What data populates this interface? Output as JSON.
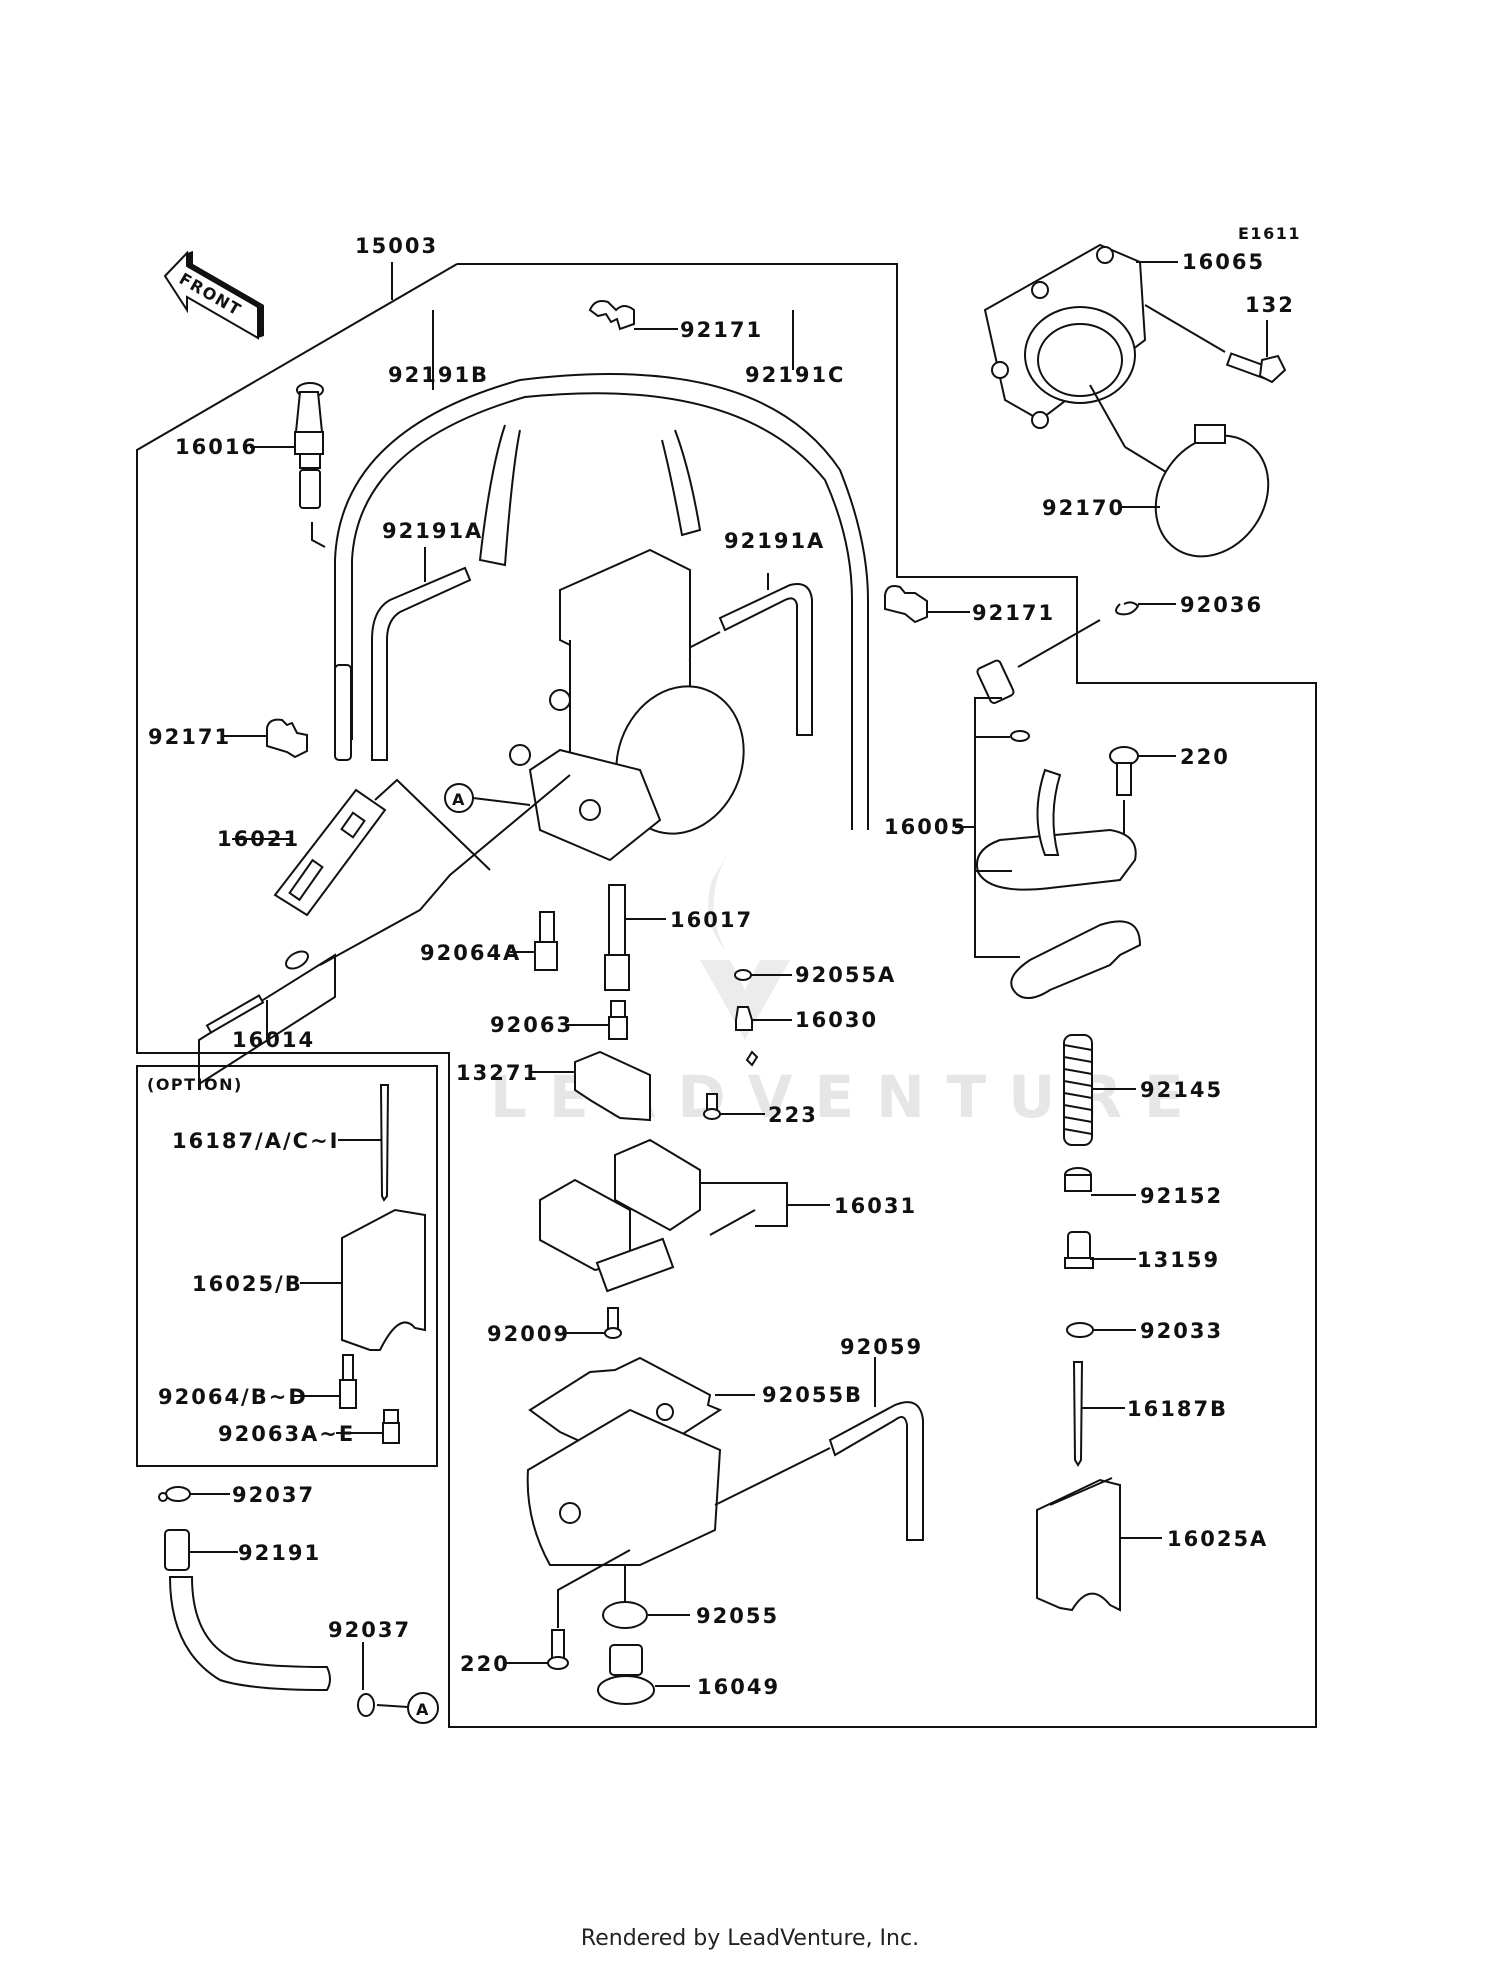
{
  "diagram": {
    "code": "E1611",
    "front_arrow": "FRONT",
    "option_box_title": "(OPTION)",
    "ref_marker": "A",
    "watermark": "LEADVENTURE",
    "footer": "Rendered by LeadVenture, Inc.",
    "labels": {
      "p15003": "15003",
      "p16065": "16065",
      "p132": "132",
      "p92171_top": "92171",
      "p92191B": "92191B",
      "p92191C": "92191C",
      "p16016": "16016",
      "p92170": "92170",
      "p92191A_left": "92191A",
      "p92191A_right": "92191A",
      "p92171_right": "92171",
      "p92036": "92036",
      "p92171_left": "92171",
      "p220_top": "220",
      "p16021": "16021",
      "p16005": "16005",
      "p16017": "16017",
      "p92064A": "92064A",
      "p92055A": "92055A",
      "p16014": "16014",
      "p92063": "92063",
      "p16030": "16030",
      "p13271": "13271",
      "p92145": "92145",
      "p16187_opt": "16187/A/C~I",
      "p223": "223",
      "p16031": "16031",
      "p92152": "92152",
      "p16025_opt": "16025/B",
      "p13159": "13159",
      "p92009": "92009",
      "p92059": "92059",
      "p92033": "92033",
      "p92064_opt": "92064/B~D",
      "p92055B": "92055B",
      "p92063_opt": "92063A~E",
      "p16187B": "16187B",
      "p92037_top": "92037",
      "p92191": "92191",
      "p16025A": "16025A",
      "p92055": "92055",
      "p92037_bottom": "92037",
      "p220_bottom": "220",
      "p16049": "16049"
    }
  }
}
